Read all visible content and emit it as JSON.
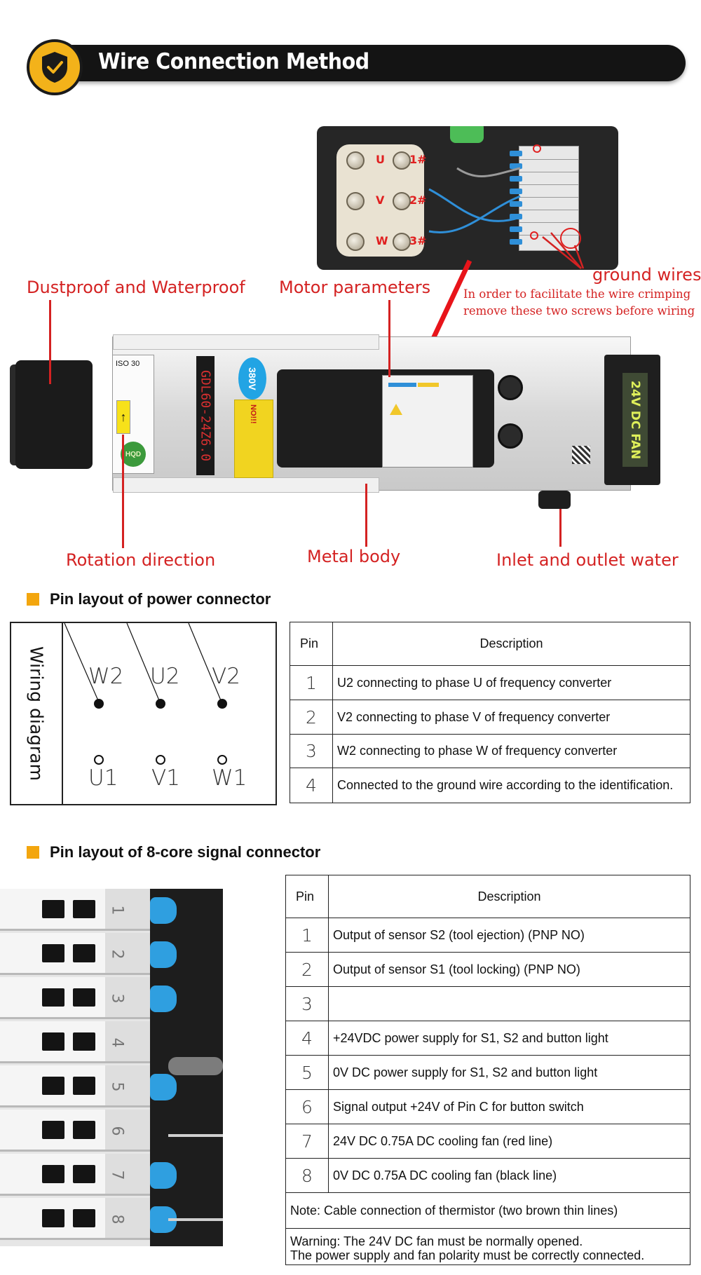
{
  "header": {
    "title": "Wire Connection Method",
    "accent": "#f3b21a"
  },
  "junction": {
    "u": "U",
    "v": "V",
    "w": "W",
    "p1": "1#",
    "p2": "2#",
    "p3": "3#"
  },
  "callouts": {
    "dustproof": "Dustproof and Waterproof",
    "motor": "Motor parameters",
    "ground": "ground wires",
    "note_line1": "In order to facilitate the wire crimping",
    "note_line2": "remove these two screws before wiring",
    "rotation": "Rotation direction",
    "metal": "Metal body",
    "water": "Inlet and outlet water",
    "color": "#d42222"
  },
  "spindle": {
    "iso": "ISO 30",
    "model": "GDL60-24Z6.0",
    "voltage": "380V",
    "fan": "24V DC FAN",
    "brand": "HQD",
    "warning": "NO!!!"
  },
  "power_section": {
    "title": "Pin layout of power connector",
    "diagram_label": "Wiring diagram",
    "terminals_top": [
      "W2",
      "U2",
      "V2"
    ],
    "terminals_bottom": [
      "U1",
      "V1",
      "W1"
    ],
    "table": {
      "headers": [
        "Pin",
        "Description"
      ],
      "rows": [
        {
          "pin": "1",
          "desc": "U2 connecting to phase U of frequency converter"
        },
        {
          "pin": "2",
          "desc": "V2 connecting to phase V of frequency converter"
        },
        {
          "pin": "3",
          "desc": "W2 connecting to phase W of frequency converter"
        },
        {
          "pin": "4",
          "desc": "Connected to the ground wire according to the identification."
        }
      ]
    }
  },
  "signal_section": {
    "title": "Pin layout of 8-core signal connector",
    "strip_numbers": [
      "1",
      "2",
      "3",
      "4",
      "5",
      "6",
      "7",
      "8"
    ],
    "table": {
      "headers": [
        "Pin",
        "Description"
      ],
      "rows": [
        {
          "pin": "1",
          "desc": "Output of sensor S2 (tool ejection) (PNP NO)"
        },
        {
          "pin": "2",
          "desc": "Output of sensor S1 (tool locking) (PNP NO)"
        },
        {
          "pin": "3",
          "desc": ""
        },
        {
          "pin": "4",
          "desc": "+24VDC power supply for S1, S2 and button light"
        },
        {
          "pin": "5",
          "desc": "0V DC power supply for S1, S2 and button light"
        },
        {
          "pin": "6",
          "desc": "Signal output +24V of Pin C for button switch"
        },
        {
          "pin": "7",
          "desc": "24V DC 0.75A DC cooling fan (red line)"
        },
        {
          "pin": "8",
          "desc": "0V DC 0.75A DC cooling fan (black line)"
        }
      ],
      "note": "Note: Cable connection of thermistor (two brown thin lines)",
      "warning_line1": "Warning: The 24V DC fan must be normally opened.",
      "warning_line2": "The power supply and fan polarity must be correctly connected."
    }
  }
}
